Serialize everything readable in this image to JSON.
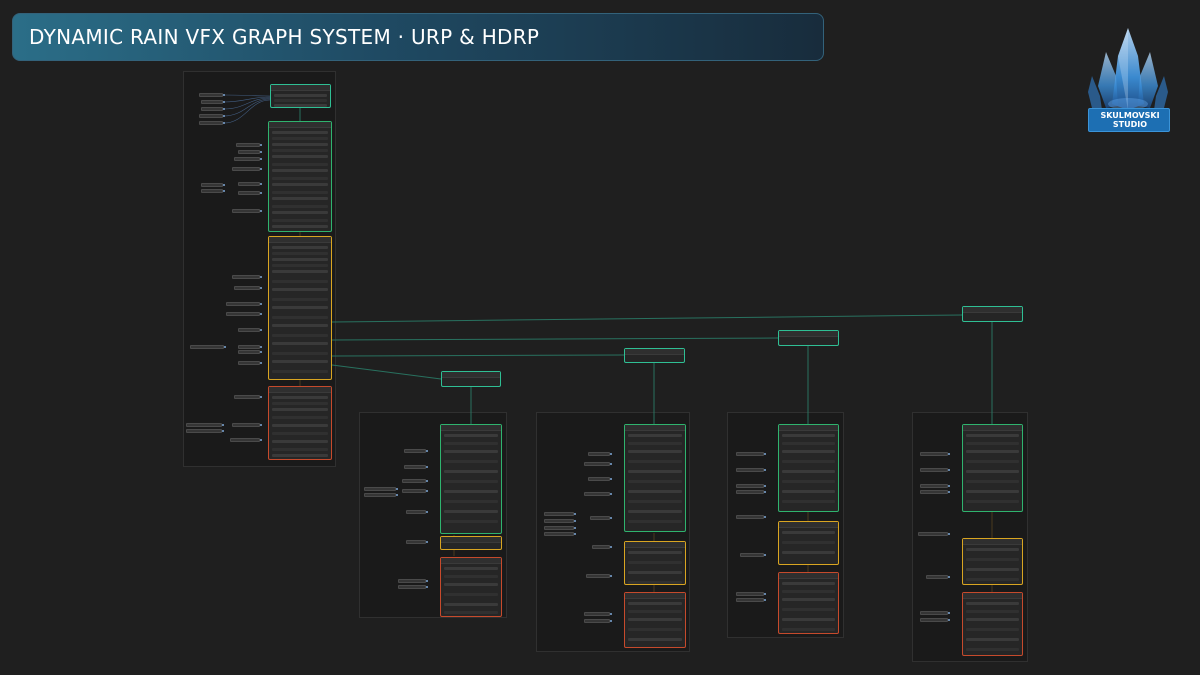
{
  "banner": {
    "title": "DYNAMIC RAIN VFX GRAPH SYSTEM · URP & HDRP"
  },
  "logo": {
    "line1": "SKULMOVSKI",
    "line2": "STUDIO",
    "icon": "crystal-logo-icon"
  },
  "colors": {
    "banner_start": "#2b6e88",
    "banner_end": "#182c3c",
    "spawn_context": "#2fbf94",
    "init_context": "#2fb36e",
    "update_context": "#d9a521",
    "output_context": "#c64a2c",
    "wire": "#2a7a66",
    "logo_badge": "#1d6fb3"
  }
}
